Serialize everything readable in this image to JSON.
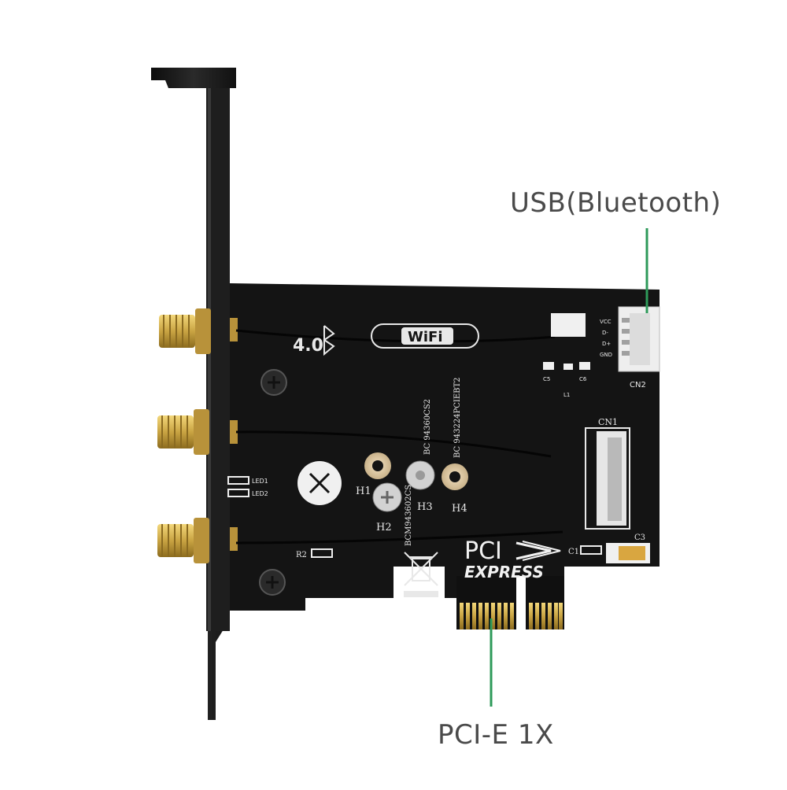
{
  "callouts": {
    "usb_bluetooth": "USB(Bluetooth)",
    "pcie_1x": "PCI-E 1X"
  },
  "board": {
    "bt_version": "4.0",
    "wifi_logo": "WiFi",
    "pci_logo_top": "PCI",
    "pci_logo_bottom": "EXPRESS",
    "silkscreen": {
      "led1": "LED1",
      "led2": "LED2",
      "r2": "R2",
      "h1": "H1",
      "h2": "H2",
      "h3": "H3",
      "h4": "H4",
      "cn1": "CN1",
      "cn2": "CN2",
      "c1": "C1",
      "c3": "C3",
      "c5": "C5",
      "c6": "C6",
      "l1": "L1",
      "vcc": "VCC",
      "d_minus": "D-",
      "d_plus": "D+",
      "gnd": "GND",
      "chip_a": "BC 94360CS2",
      "chip_b": "BC 943224PCIEBT2",
      "chip_c": "BCM943602CS"
    }
  },
  "colors": {
    "callout_line": "#2e9a5a",
    "pcb": "#141414",
    "bracket": "#1c1c1c",
    "gold": "#c9a443",
    "label_text": "#4a4a4a"
  },
  "icons": {
    "bluetooth": "bluetooth-icon",
    "recycle_bin": "crossed-bin-icon",
    "close_mark": "x-mark-icon"
  }
}
